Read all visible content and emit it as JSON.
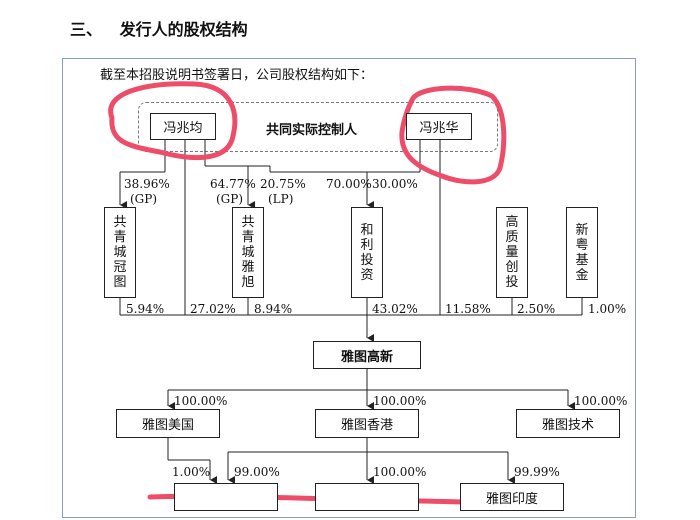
{
  "heading": {
    "number": "三、",
    "title": "发行人的股权结构"
  },
  "intro": "截至本招股说明书签署日，公司股权结构如下：",
  "controllers": {
    "left": "冯兆均",
    "center": "共同实际控制人",
    "right": "冯兆华"
  },
  "holders": [
    {
      "name": "共青城冠图",
      "chars": [
        "共",
        "青",
        "城",
        "冠",
        "图"
      ]
    },
    {
      "name": "共青城雅旭",
      "chars": [
        "共",
        "青",
        "城",
        "雅",
        "旭"
      ]
    },
    {
      "name": "和利投资",
      "chars": [
        "和",
        "利",
        "投",
        "资"
      ]
    },
    {
      "name": "高质量创投",
      "chars": [
        "高",
        "质",
        "量",
        "创",
        "投"
      ]
    },
    {
      "name": "新粤基金",
      "chars": [
        "新",
        "粤",
        "基",
        "金"
      ]
    }
  ],
  "upper_percents": {
    "p1": "38.96%",
    "p1_role": "(GP)",
    "p2": "64.77%",
    "p2_role": "(GP)",
    "p3": "20.75%",
    "p3_role": "(LP)",
    "p4": "70.00%",
    "p5": "30.00%"
  },
  "lower_percents": {
    "guantu": "5.94%",
    "fengzhaojun": "27.02%",
    "yaxu": "8.94%",
    "heli": "43.02%",
    "fengzhaohua": "11.58%",
    "gaozhiliang": "2.50%",
    "xinyue": "1.00%"
  },
  "company": "雅图高新",
  "subsidiaries": {
    "us": {
      "name": "雅图美国",
      "pct": "100.00%"
    },
    "hk": {
      "name": "雅图香港",
      "pct": "100.00%"
    },
    "tech": {
      "name": "雅图技术",
      "pct": "100.00%"
    }
  },
  "third_level": {
    "pct_from_us": "1.00%",
    "pct_from_hk_left": "99.00%",
    "pct_center": "100.00%",
    "pct_india": "99.99%",
    "india": "雅图印度"
  },
  "annotation_color": "#ee4d6a"
}
